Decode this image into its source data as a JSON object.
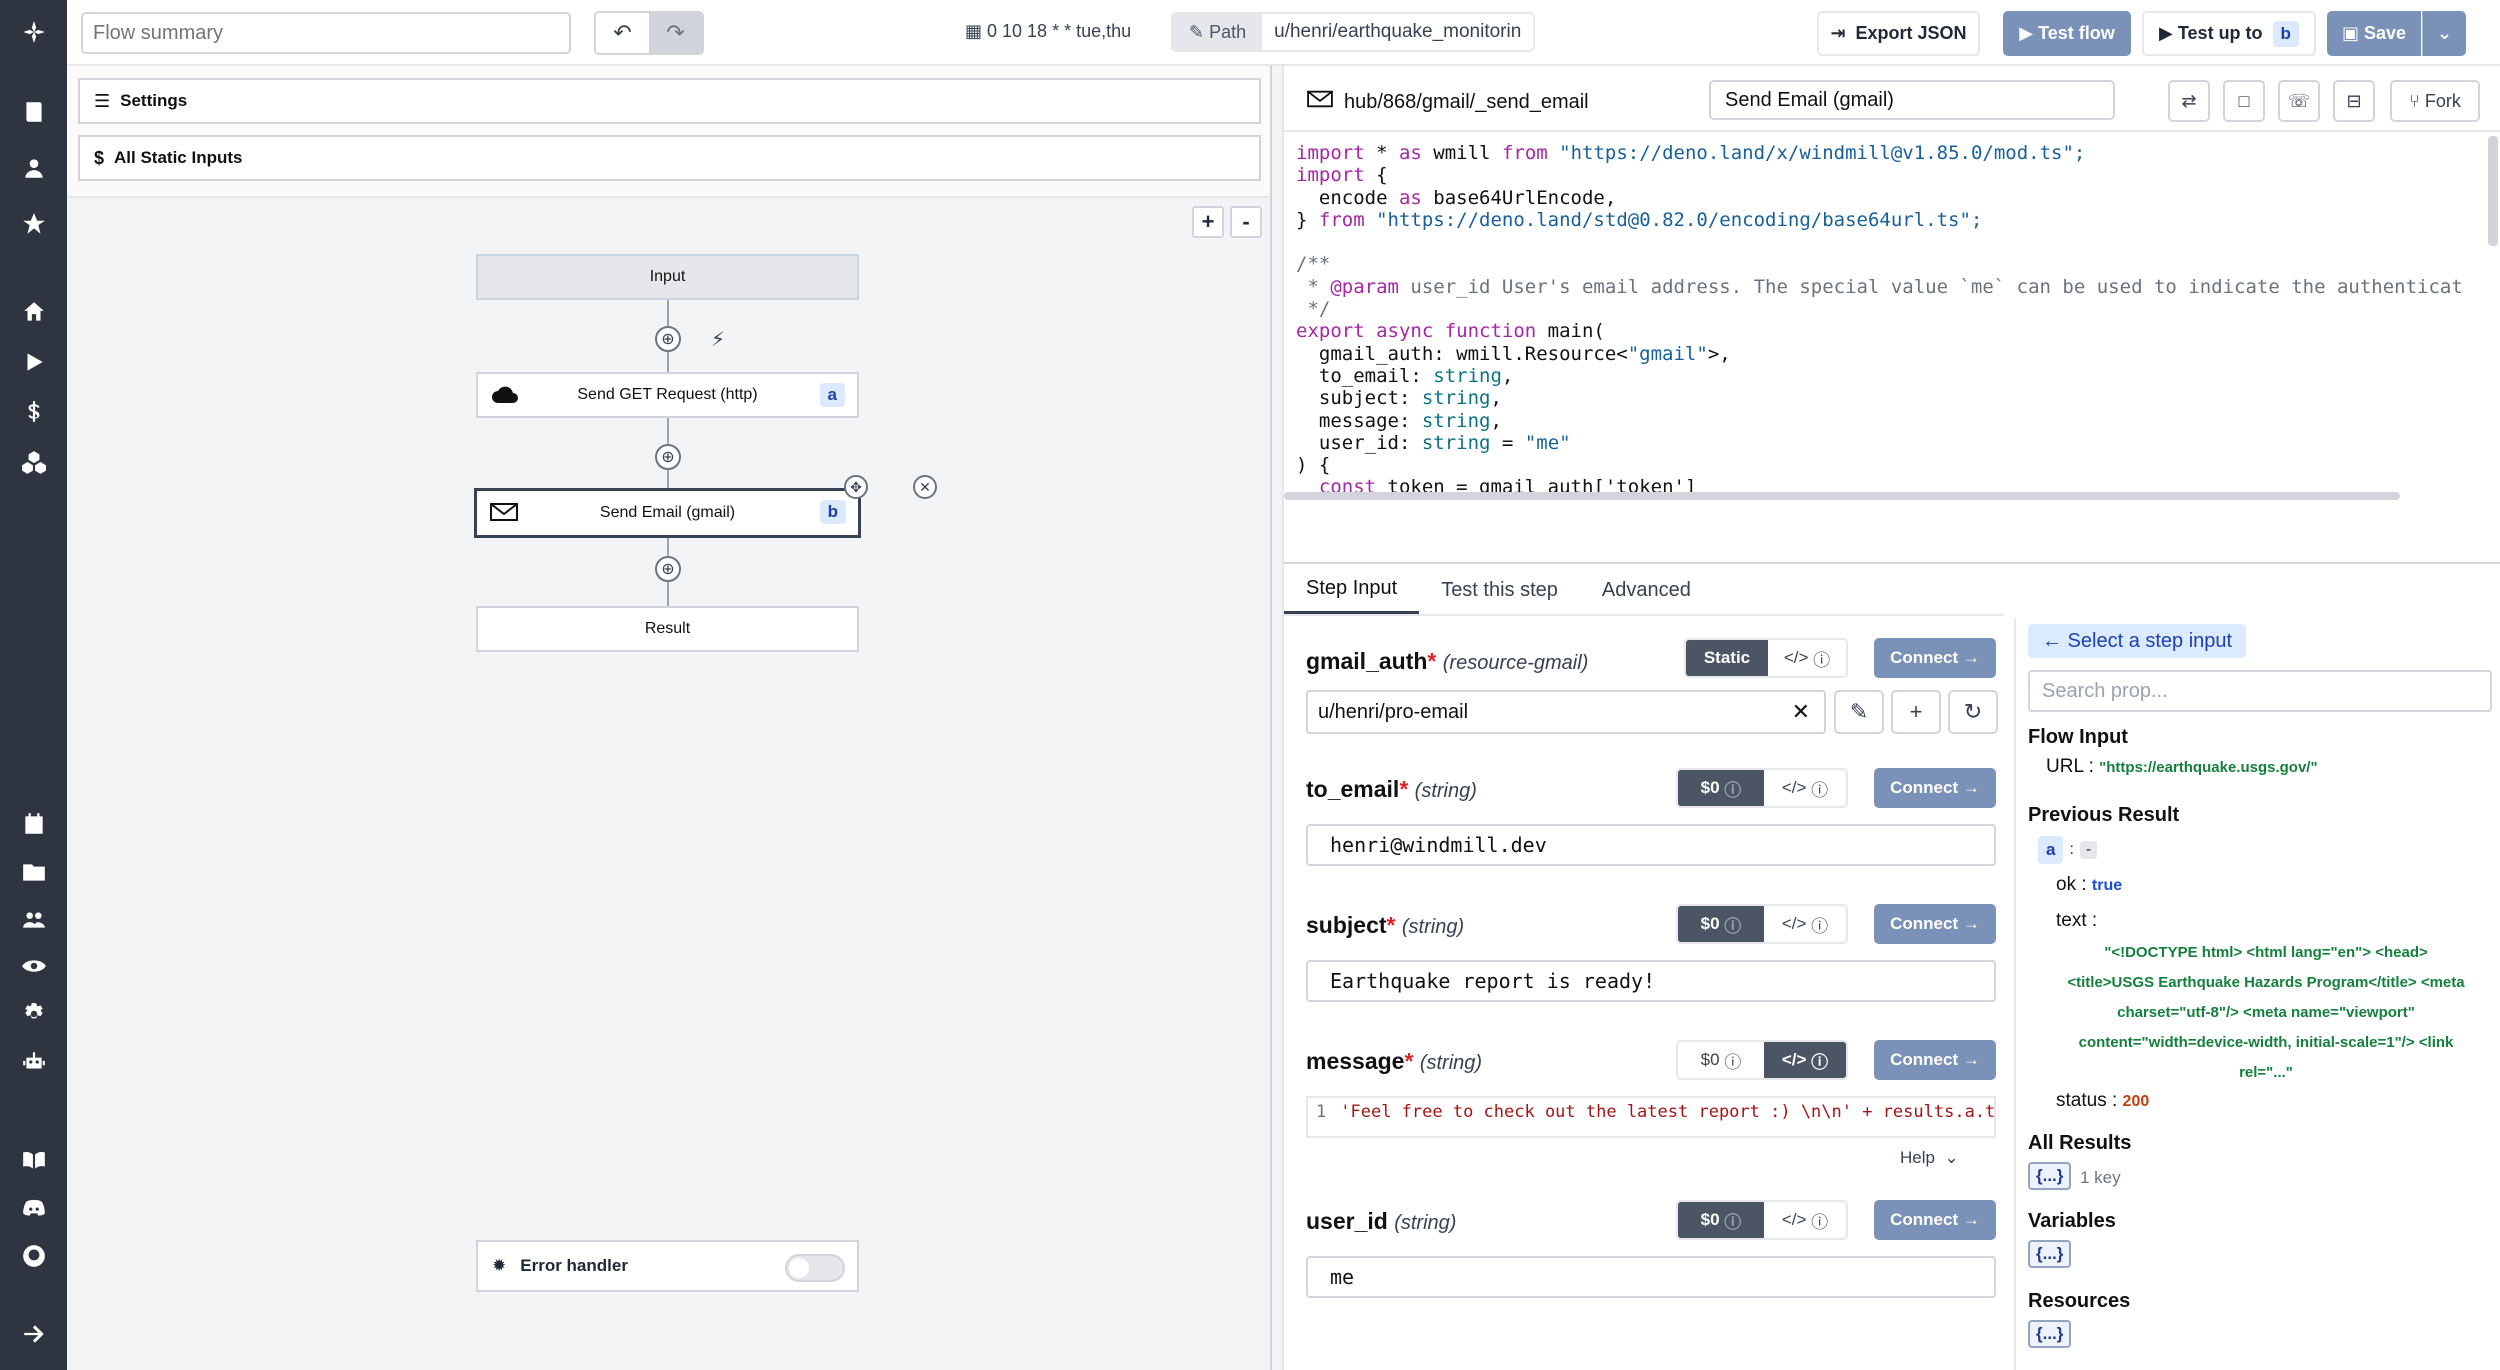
{
  "app": {
    "title": "Flow summary"
  },
  "topbar": {
    "summary_placeholder": "Flow summary",
    "schedule": "0 10 18 * * tue,thu",
    "path_label": "Path",
    "path_value": "u/henri/earthquake_monitorin",
    "export": "Export JSON",
    "test_flow": "Test flow",
    "test_up_to": "Test up to",
    "test_up_to_step": "b",
    "save": "Save"
  },
  "left": {
    "settings": "Settings",
    "static_inputs": "All Static Inputs",
    "zoom_in": "+",
    "zoom_out": "-",
    "nodes": {
      "input": "Input",
      "http": "Send GET Request (http)",
      "http_tag": "a",
      "gmail": "Send Email (gmail)",
      "gmail_tag": "b",
      "result": "Result"
    },
    "error_handler": "Error handler"
  },
  "step": {
    "path": "hub/868/gmail/_send_email",
    "name": "Send Email (gmail)",
    "fork": "Fork"
  },
  "code": {
    "l1a": "import",
    "l1b": " * ",
    "l1c": "as",
    "l1d": " wmill ",
    "l1e": "from",
    "l1f": " \"https://deno.land/x/windmill@v1.85.0/mod.ts\";",
    "l2a": "import",
    "l2b": " {",
    "l3a": "  encode ",
    "l3b": "as",
    "l3c": " base64UrlEncode,",
    "l4a": "} ",
    "l4b": "from",
    "l4c": " \"https://deno.land/std@0.82.0/encoding/base64url.ts\";",
    "l6": "/**",
    "l7a": " * ",
    "l7b": "@param",
    "l7c": " user_id User's email address. The special value `me` can be used to indicate the authenticat",
    "l8": " */",
    "l9a": "export",
    "l9b": " async ",
    "l9c": "function",
    "l9d": " main(",
    "l10a": "  gmail_auth: wmill.Resource<",
    "l10b": "\"gmail\"",
    "l10c": ">,",
    "l11a": "  to_email: ",
    "l11b": "string",
    "l11c": ",",
    "l12a": "  subject: ",
    "l12b": "string",
    "l12c": ",",
    "l13a": "  message: ",
    "l13b": "string",
    "l13c": ",",
    "l14a": "  user_id: ",
    "l14b": "string",
    "l14c": " = ",
    "l14d": "\"me\"",
    "l15": ") {",
    "l16a": "  ",
    "l16b": "const",
    "l16c": " token = gmail_auth['token']"
  },
  "tabs": [
    "Step Input",
    "Test this step",
    "Advanced"
  ],
  "props": {
    "gmail_auth": {
      "name": "gmail_auth",
      "type": "(resource-gmail)",
      "mode": "Static",
      "value": "u/henri/pro-email"
    },
    "to_email": {
      "name": "to_email",
      "type": "(string)",
      "value": "henri@windmill.dev"
    },
    "subject": {
      "name": "subject",
      "type": "(string)",
      "value": "Earthquake report is ready!"
    },
    "message": {
      "name": "message",
      "type": "(string)",
      "line": "1",
      "value": "'Feel free to check out the latest report :) \\n\\n' + results.a.t"
    },
    "user_id": {
      "name": "user_id",
      "type": "(string)",
      "value": "me"
    },
    "star": "*",
    "dollar": "$0",
    "code_icon": "</>",
    "connect": "Connect →",
    "help": "Help"
  },
  "context": {
    "select": "← Select a step input",
    "search_placeholder": "Search prop...",
    "flow_input": "Flow Input",
    "url_key": "URL",
    "url_val": "\"https://earthquake.usgs.gov/\"",
    "prev_result": "Previous Result",
    "a_tag": "a",
    "colon": ":",
    "dash": "-",
    "ok_key": "ok",
    "ok_val": "true",
    "text_key": "text",
    "text_l1": "\"<!DOCTYPE html> <html lang=\"en\"> <head>",
    "text_l2": "<title>USGS Earthquake Hazards Program</title> <meta",
    "text_l3": "charset=\"utf-8\"/> <meta name=\"viewport\"",
    "text_l4": "content=\"width=device-width, initial-scale=1\"/> <link",
    "text_l5": "rel=\"...\"",
    "status_key": "status",
    "status_val": "200",
    "all_results": "All Results",
    "obj": "{...}",
    "one_key": "1 key",
    "variables": "Variables",
    "resources": "Resources"
  },
  "colors": {
    "sidebar": "#2e3440",
    "accent": "#7a91b8",
    "badge": "#dbeafe"
  }
}
